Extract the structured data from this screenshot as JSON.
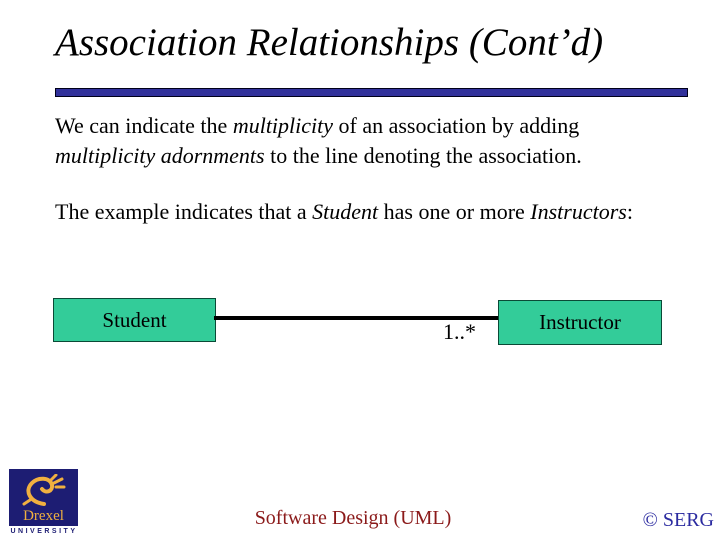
{
  "slide": {
    "title": "Association Relationships (Cont’d)",
    "paragraph1": {
      "seg1": "We can indicate the ",
      "em1": "multiplicity",
      "seg2": " of an association by adding ",
      "em2": "multiplicity adornments",
      "seg3": " to the line denoting the association."
    },
    "paragraph2": {
      "seg1": "The example indicates that a ",
      "em1": "Student",
      "seg2": " has one or more ",
      "em2": "Instructors",
      "seg3": ":"
    },
    "diagram": {
      "left_class": "Student",
      "right_class": "Instructor",
      "multiplicity": "1..*",
      "box_fill_color": "#33CC99",
      "line_color": "#000000"
    },
    "footer": {
      "center_text": "Software Design (UML)",
      "right_text": "© SERG",
      "center_color": "#8B1A1A",
      "right_color": "#2B2BA0"
    },
    "logo": {
      "word": "Drexel",
      "subword": "UNIVERSITY",
      "square_color": "#1D1D73",
      "gold_color": "#F0B040"
    },
    "divider_color": "#31319B"
  }
}
